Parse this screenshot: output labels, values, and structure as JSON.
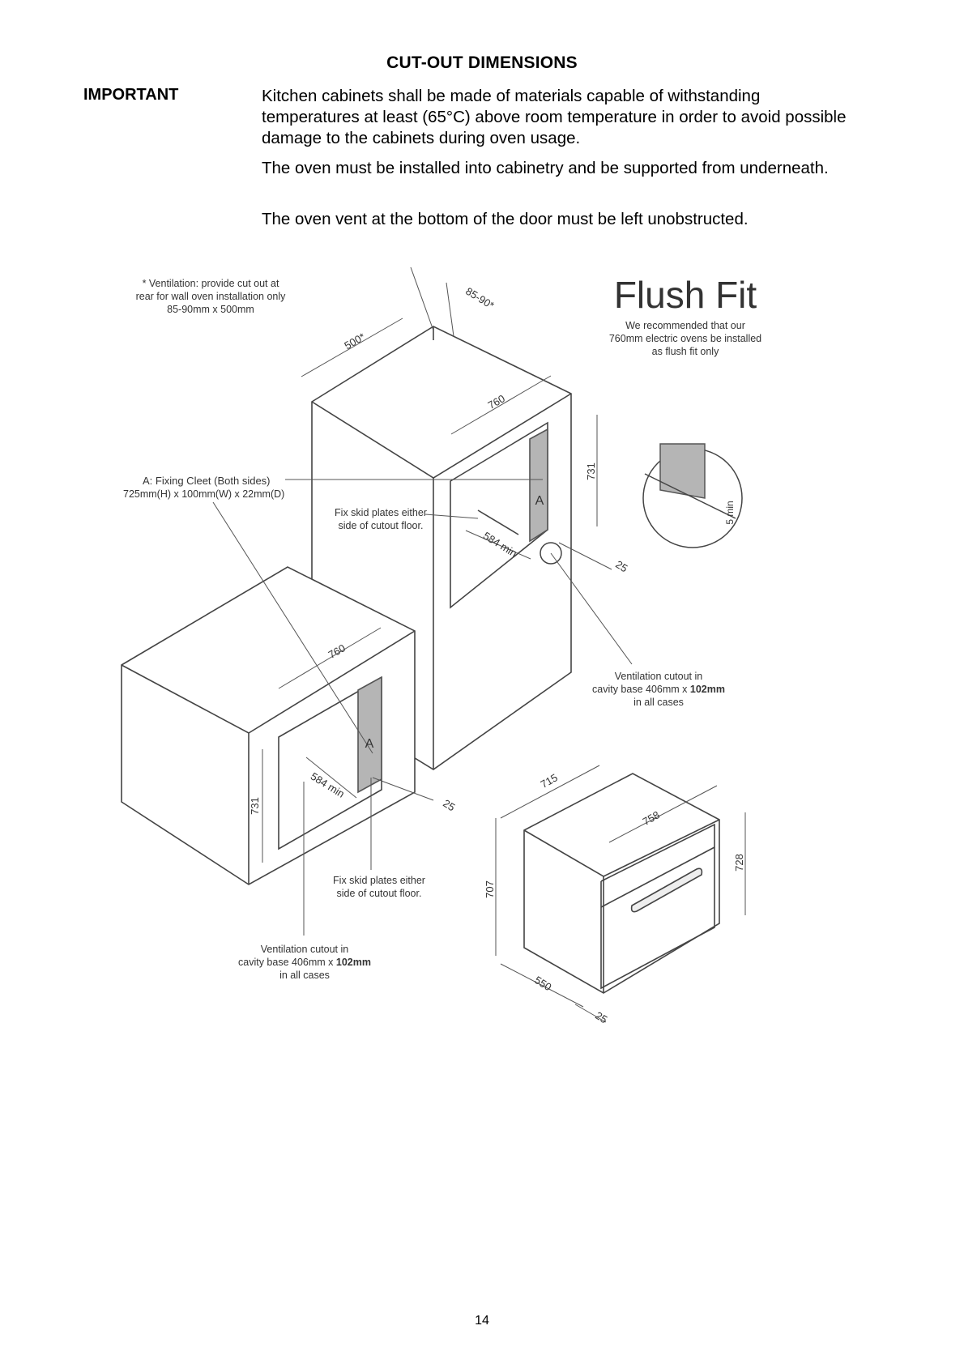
{
  "heading": "CUT-OUT DIMENSIONS",
  "important_label": "IMPORTANT",
  "paragraphs": [
    "Kitchen cabinets shall be made of materials capable of withstanding temperatures at least (65°C) above room temperature in order to avoid possible damage to the cabinets during oven usage.",
    "The oven must be installed into cabinetry and be supported from underneath.",
    "The oven vent at the bottom of the door must be left unobstructed."
  ],
  "diagram": {
    "ventilation_note": [
      "* Ventilation: provide cut out at",
      "rear for wall oven installation only",
      "85-90mm x 500mm"
    ],
    "flush_fit_title": "Flush Fit",
    "flush_fit_note": [
      "We recommended that our",
      "760mm electric ovens be installed",
      "as flush fit only"
    ],
    "fixing_cleet": [
      "A: Fixing Cleet (Both sides)",
      "725mm(H) x 100mm(W) x 22mm(D)"
    ],
    "skid_plates_top": [
      "Fix skid plates either",
      "side of cutout floor."
    ],
    "skid_plates_bottom": [
      "Fix skid plates either",
      "side of cutout floor."
    ],
    "vent_cutout_right": [
      "Ventilation cutout in",
      "cavity base 406mm x ",
      "102mm",
      "in all cases"
    ],
    "vent_cutout_left": [
      "Ventilation cutout in",
      "cavity base 406mm x ",
      "102mm",
      "in all cases"
    ],
    "marker_a": "A",
    "dims": {
      "d_85_90": "85-90*",
      "d_500": "500*",
      "d_760_tall": "760",
      "d_731_tall": "731",
      "d_584_tall": "584 min",
      "d_25_tall": "25",
      "d_5min": "5 min",
      "d_760_low": "760",
      "d_731_low": "731",
      "d_584_low": "584 min",
      "d_25_low": "25",
      "d_715": "715",
      "d_758": "758",
      "d_728": "728",
      "d_707": "707",
      "d_550": "550",
      "d_25_oven": "25"
    }
  },
  "page_number": "14"
}
